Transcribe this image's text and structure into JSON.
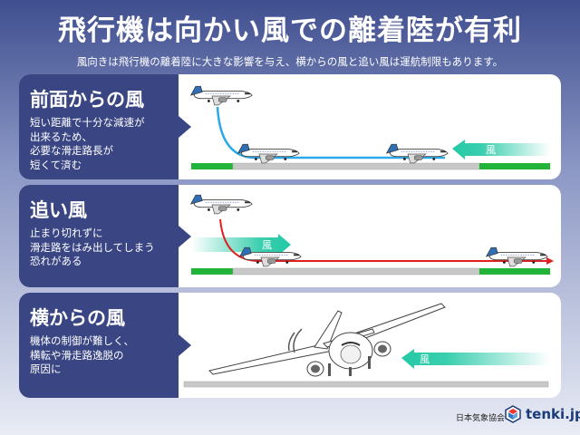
{
  "title": "飛行機は向かい風での離着陸が有利",
  "subtitle": "風向きは飛行機の離着陸に大きな影響を与え、横からの風と追い風は運航制限もあります。",
  "panels": [
    {
      "heading": "前面からの風",
      "lines": [
        "短い距離で十分な減速が",
        "出来るため、",
        "必要な滑走路長が",
        "短くて済む"
      ],
      "wind_label": "風"
    },
    {
      "heading": "追い風",
      "lines": [
        "止まり切れずに",
        "滑走路をはみ出してしまう",
        "恐れがある"
      ],
      "wind_label": "風"
    },
    {
      "heading": "横からの風",
      "lines": [
        "機体の制御が難しく、",
        "横転や滑走路逸脱の",
        "原因に"
      ],
      "wind_label": "風"
    }
  ],
  "footer": {
    "org": "日本気象協会",
    "logo_text": "tenki.jp"
  },
  "colors": {
    "headwind_path": "#2aa8e8",
    "tailwind_path": "#e02020",
    "runway_margin": "#22b33a",
    "runway": "#c8c8c8",
    "wind_arrow": "#24c9a6",
    "panel_label_bg": "#3a4683"
  }
}
